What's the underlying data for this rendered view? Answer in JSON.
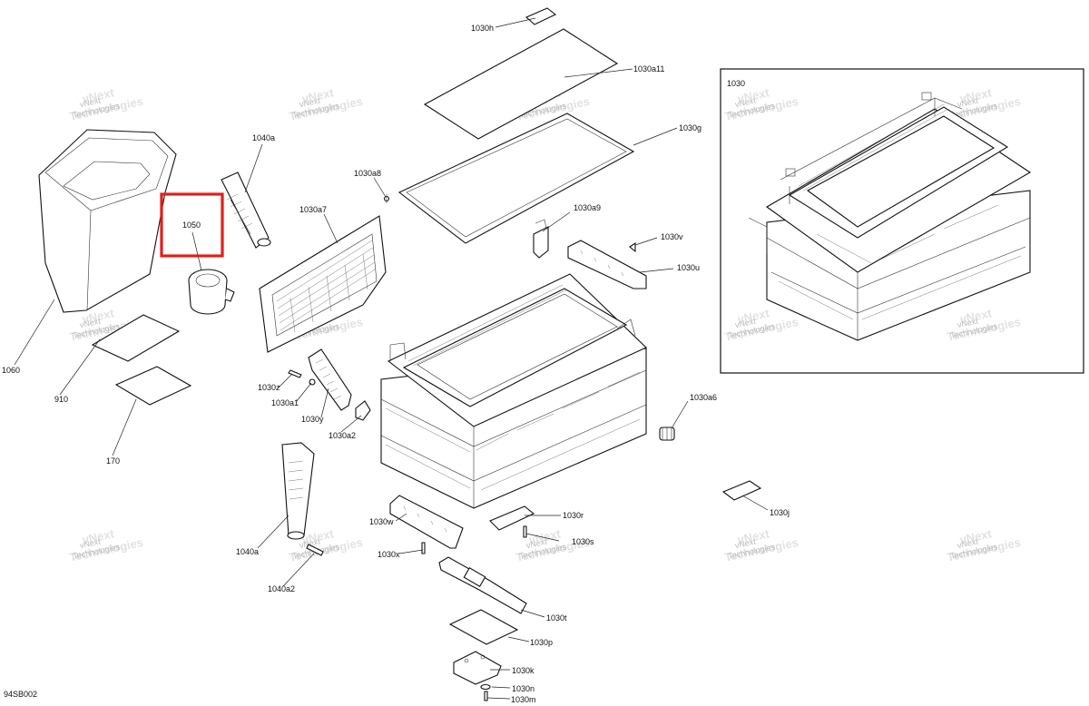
{
  "diagram_code": "94SB002",
  "inset_label": "1030",
  "watermark": {
    "line1": "vNext",
    "line2": "Technologies"
  },
  "highlight_color": "#e0201b",
  "callouts": [
    {
      "id": "1030h",
      "text": "1030h"
    },
    {
      "id": "1030a11",
      "text": "1030a11"
    },
    {
      "id": "1030g",
      "text": "1030g"
    },
    {
      "id": "1030a8",
      "text": "1030a8"
    },
    {
      "id": "1030a7",
      "text": "1030a7"
    },
    {
      "id": "1030a9",
      "text": "1030a9"
    },
    {
      "id": "1030v",
      "text": "1030v"
    },
    {
      "id": "1030u",
      "text": "1030u"
    },
    {
      "id": "1040a_top",
      "text": "1040a"
    },
    {
      "id": "1050",
      "text": "1050"
    },
    {
      "id": "1060",
      "text": "1060"
    },
    {
      "id": "910",
      "text": "910"
    },
    {
      "id": "170",
      "text": "170"
    },
    {
      "id": "1030z",
      "text": "1030z"
    },
    {
      "id": "1030a1",
      "text": "1030a1"
    },
    {
      "id": "1030y",
      "text": "1030y"
    },
    {
      "id": "1030a2",
      "text": "1030a2"
    },
    {
      "id": "1030a6",
      "text": "1030a6"
    },
    {
      "id": "1030j",
      "text": "1030j"
    },
    {
      "id": "1030w",
      "text": "1030w"
    },
    {
      "id": "1030r",
      "text": "1030r"
    },
    {
      "id": "1030s",
      "text": "1030s"
    },
    {
      "id": "1030x",
      "text": "1030x"
    },
    {
      "id": "1040a_bottom",
      "text": "1040a"
    },
    {
      "id": "1040a2",
      "text": "1040a2"
    },
    {
      "id": "1030t",
      "text": "1030t"
    },
    {
      "id": "1030p",
      "text": "1030p"
    },
    {
      "id": "1030k",
      "text": "1030k"
    },
    {
      "id": "1030n",
      "text": "1030n"
    },
    {
      "id": "1030m",
      "text": "1030m"
    }
  ]
}
